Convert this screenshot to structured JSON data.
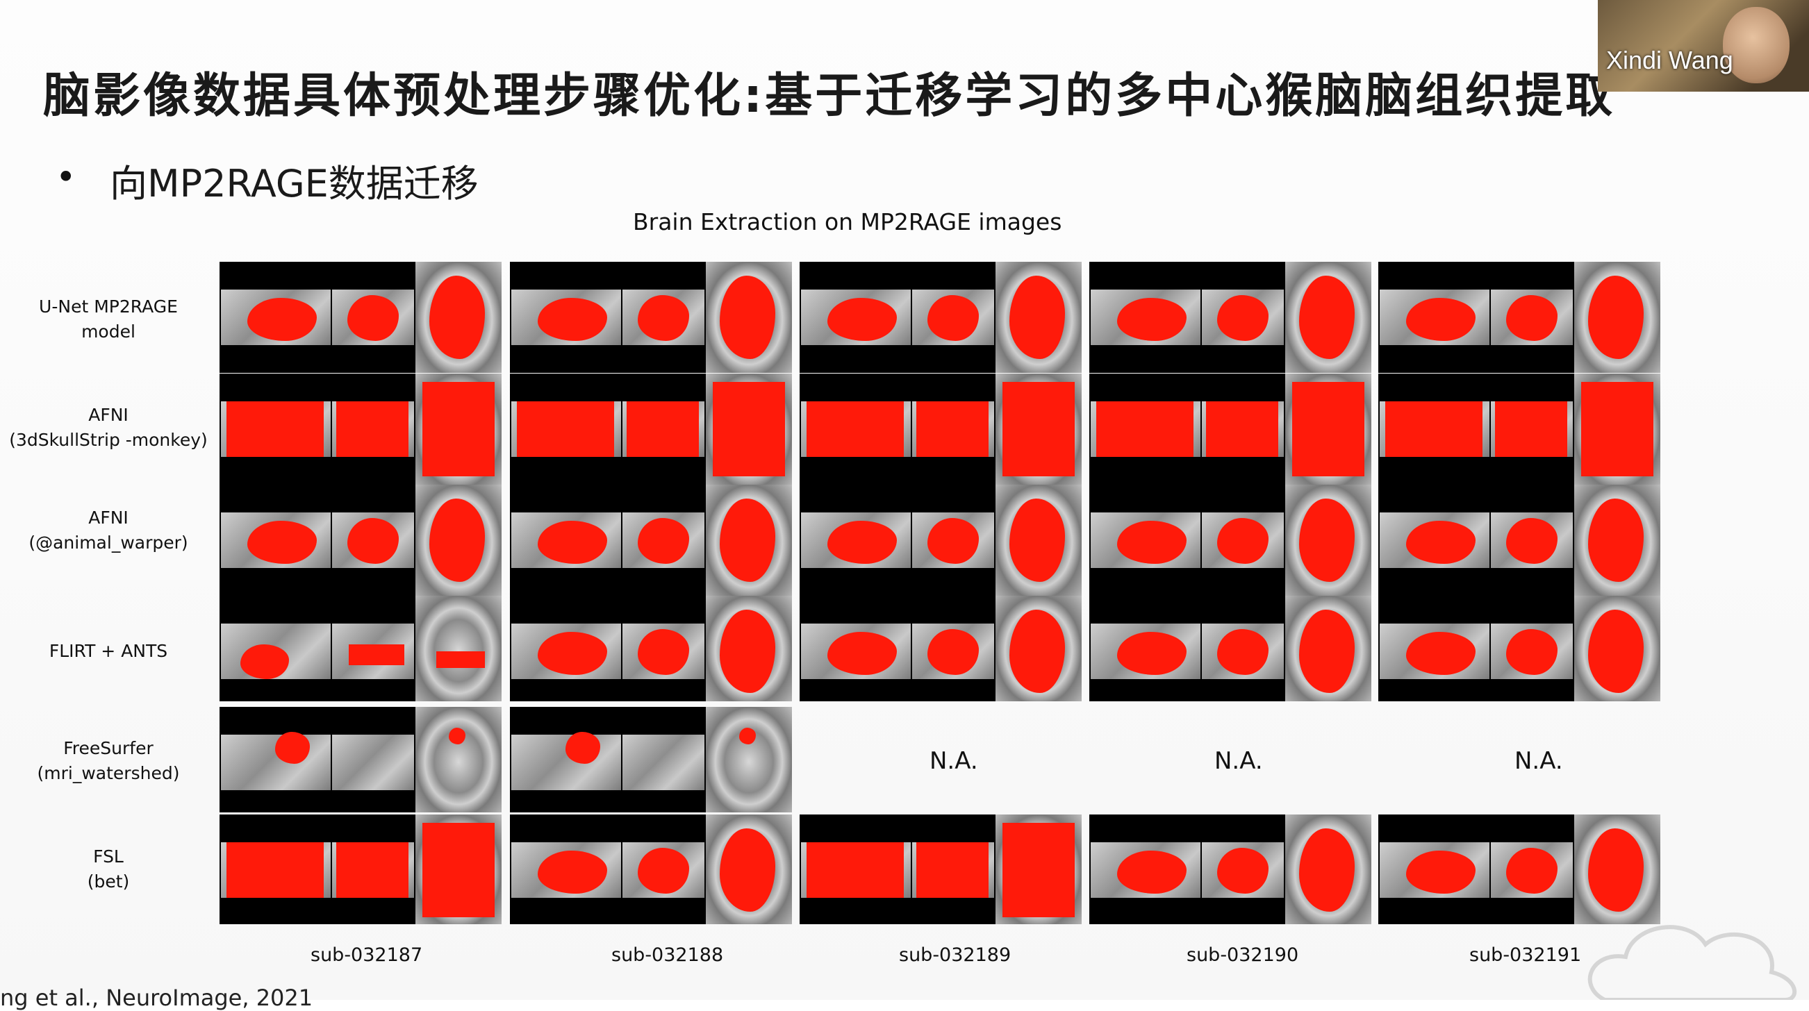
{
  "slide": {
    "title": "脑影像数据具体预处理步骤优化:基于迁移学习的多中心猴脑脑组织提取",
    "bullet": "向MP2RAGE数据迁移",
    "figure_title": "Brain Extraction on MP2RAGE images",
    "citation": "ng et al., NeuroImage, 2021"
  },
  "video_call": {
    "participant_name": "Xindi Wang"
  },
  "rows": [
    {
      "line1": "U-Net MP2RAGE",
      "line2": "model"
    },
    {
      "line1": "AFNI",
      "line2": "(3dSkullStrip -monkey)"
    },
    {
      "line1": "AFNI",
      "line2": "(@animal_warper)"
    },
    {
      "line1": "FLIRT + ANTS",
      "line2": ""
    },
    {
      "line1": "FreeSurfer",
      "line2": "(mri_watershed)"
    },
    {
      "line1": "FSL",
      "line2": "(bet)"
    }
  ],
  "subjects": [
    "sub-032187",
    "sub-032188",
    "sub-032189",
    "sub-032190",
    "sub-032191"
  ],
  "na_label": "N.A.",
  "colors": {
    "mask": "#ff1a0a",
    "panel_bg": "#000000"
  },
  "icons": {
    "bullet": "bullet-dot",
    "watermark": "zoom-cloud-watermark"
  }
}
